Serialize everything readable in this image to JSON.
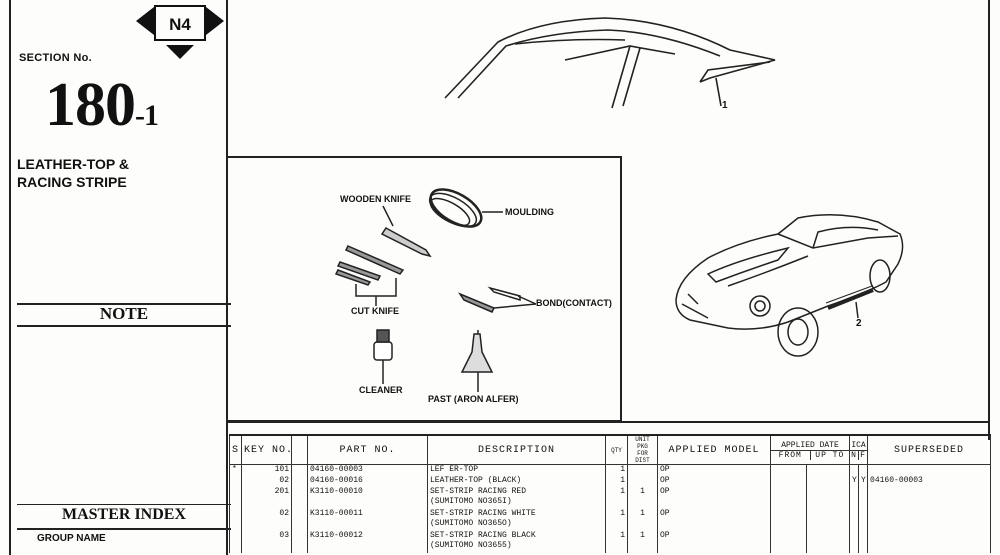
{
  "header": {
    "badge": "N4",
    "section_label": "SECTION No.",
    "section_number": "180",
    "section_sub": "-1",
    "group_title_line1": "LEATHER-TOP &",
    "group_title_line2": "RACING STRIPE",
    "note_title": "NOTE",
    "master_index": "MASTER INDEX",
    "group_name": "GROUP NAME"
  },
  "diagram": {
    "labels": {
      "wooden_knife": "WOODEN KNIFE",
      "moulding": "MOULDING",
      "cut_knife": "CUT KNIFE",
      "bond": "BOND(CONTACT)",
      "cleaner": "CLEANER",
      "paste": "PAST (ARON ALFER)"
    },
    "ref_1": "1",
    "ref_2": "2"
  },
  "table": {
    "headers": {
      "s": "S",
      "key_no": "KEY NO.",
      "part_no": "PART NO.",
      "description": "DESCRIPTION",
      "qty": "QTY",
      "unit_pkg": "UNIT PKG FOR DIST",
      "applied_model": "APPLIED MODEL",
      "applied_date": "APPLIED DATE",
      "from": "FROM",
      "up_to": "UP TO",
      "ica": "ICA",
      "n": "N",
      "f": "F",
      "superseded": "SUPERSEDED"
    },
    "rows": [
      {
        "s": "*",
        "key": "101",
        "part": "04160-00003",
        "desc1": "LEF  ER-TOP",
        "desc2": "",
        "qty": "1",
        "unit": "",
        "model": "OP",
        "n": "",
        "f": "",
        "sup": ""
      },
      {
        "s": "",
        "key": "02",
        "part": "04160-00016",
        "desc1": "LEATHER-TOP (BLACK)",
        "desc2": "",
        "qty": "1",
        "unit": "",
        "model": "OP",
        "n": "Y",
        "f": "Y",
        "sup": "04160-00003"
      },
      {
        "s": "",
        "key": "201",
        "part": "K3110-00010",
        "desc1": "SET-STRIP RACING RED",
        "desc2": "(SUMITOMO NO365I)",
        "qty": "1",
        "unit": "1",
        "model": "OP",
        "n": "",
        "f": "",
        "sup": ""
      },
      {
        "s": "",
        "key": "02",
        "part": "K3110-00011",
        "desc1": "SET-STRIP RACING WHITE",
        "desc2": "(SUMITOMO NO365O)",
        "qty": "1",
        "unit": "1",
        "model": "OP",
        "n": "",
        "f": "",
        "sup": ""
      },
      {
        "s": "",
        "key": "03",
        "part": "K3110-00012",
        "desc1": "SET-STRIP RACING BLACK",
        "desc2": "(SUMITOMO NO3655)",
        "qty": "1",
        "unit": "1",
        "model": "OP",
        "n": "",
        "f": "",
        "sup": ""
      }
    ]
  }
}
